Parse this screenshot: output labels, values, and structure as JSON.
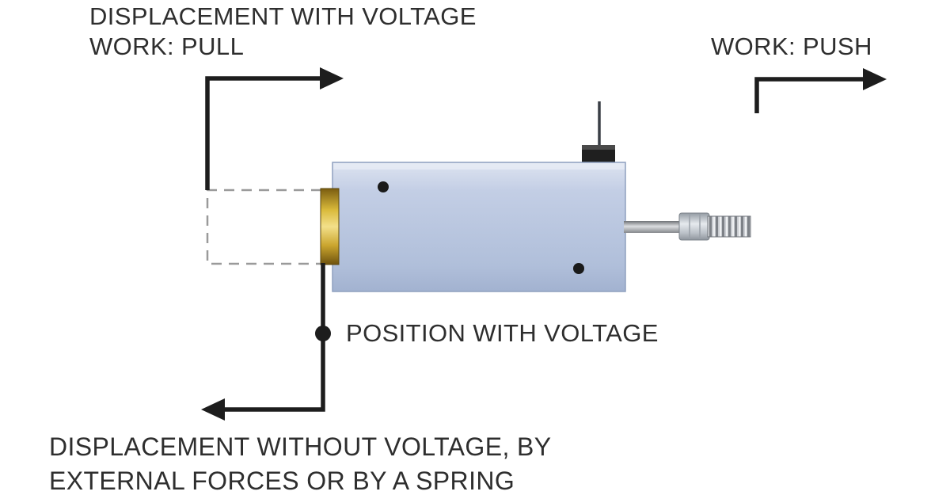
{
  "diagram": {
    "title": "Solenoid actuator displacement diagram",
    "labels": {
      "pull_line1": "DISPLACEMENT WITH VOLTAGE",
      "pull_line2": "WORK: PULL",
      "push": "WORK: PUSH",
      "position": "POSITION WITH VOLTAGE",
      "release_line1": "DISPLACEMENT WITHOUT VOLTAGE, BY",
      "release_line2": "EXTERNAL FORCES OR BY A SPRING"
    },
    "colors": {
      "background": "#ffffff",
      "arrow": "#1d1d1d",
      "text": "#2e2e2e",
      "solenoid_body": "#bfcbe3",
      "solenoid_body_edge": "#8fa0bf",
      "plunger_brass": "#d9b93a",
      "metal_rod": "#c9ccd1",
      "connector_black": "#1f1f1f",
      "dashed_outline": "#9a9a9a"
    },
    "shapes": [
      "pull-arrow",
      "push-arrow",
      "release-arrow",
      "position-dot",
      "plunger-ghost-outline",
      "solenoid-body",
      "brass-plunger",
      "push-rod",
      "hex-nut",
      "threaded-shaft",
      "top-connector",
      "terminal-pin"
    ]
  }
}
